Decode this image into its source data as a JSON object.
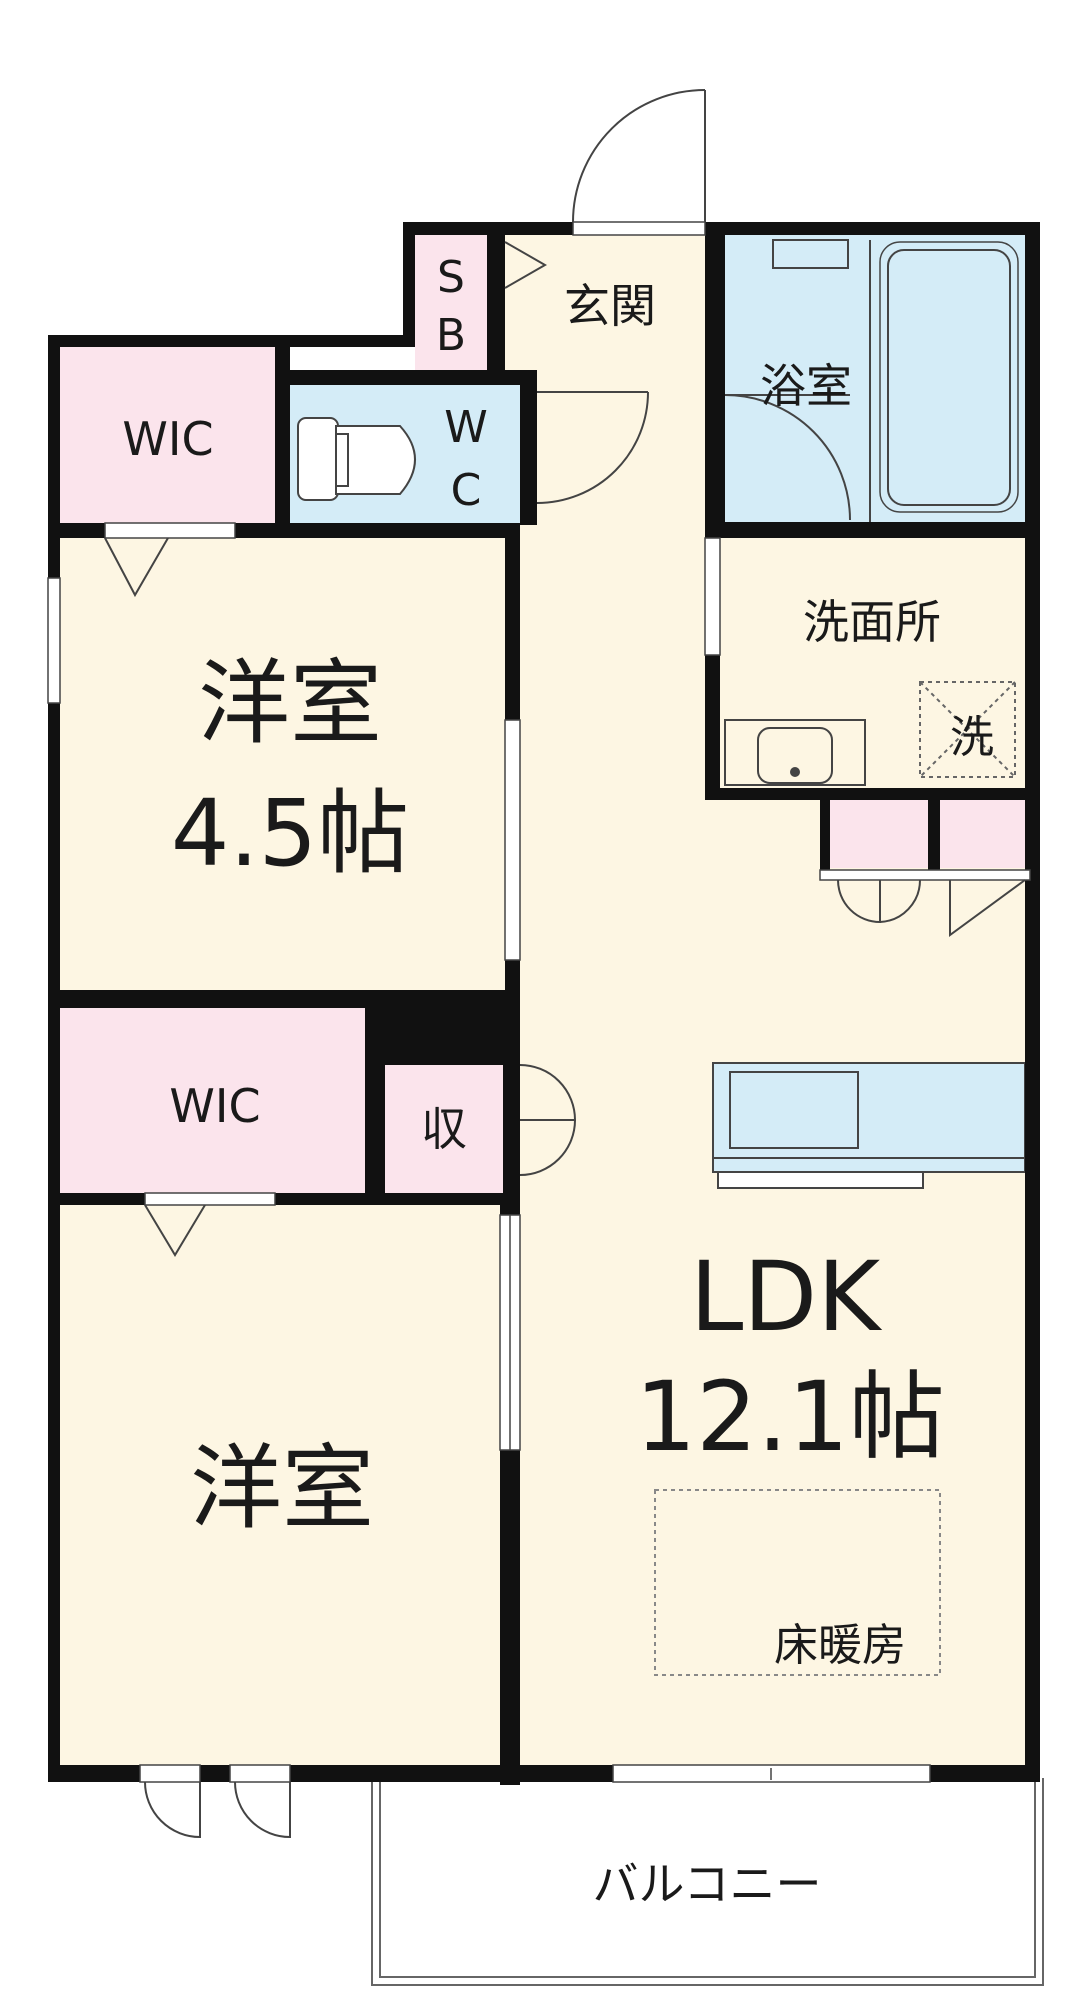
{
  "colors": {
    "wall": "#111111",
    "room": "#fdf6e3",
    "wet": "#d4ecf7",
    "storage": "#fbe4ec",
    "line": "#666666"
  },
  "rooms": {
    "sb_s": "S",
    "sb_b": "B",
    "entrance": "玄関",
    "bath": "浴室",
    "wic_top": "WIC",
    "wc_w": "W",
    "wc_c": "C",
    "washroom": "洗面所",
    "washer": "洗",
    "western1_name": "洋室",
    "western1_size": "4.5帖",
    "wic_mid": "WIC",
    "storage": "収",
    "ldk_name": "LDK",
    "ldk_size": "12.1帖",
    "floor_heating": "床暖房",
    "western2_name": "洋室",
    "balcony": "バルコニー"
  }
}
